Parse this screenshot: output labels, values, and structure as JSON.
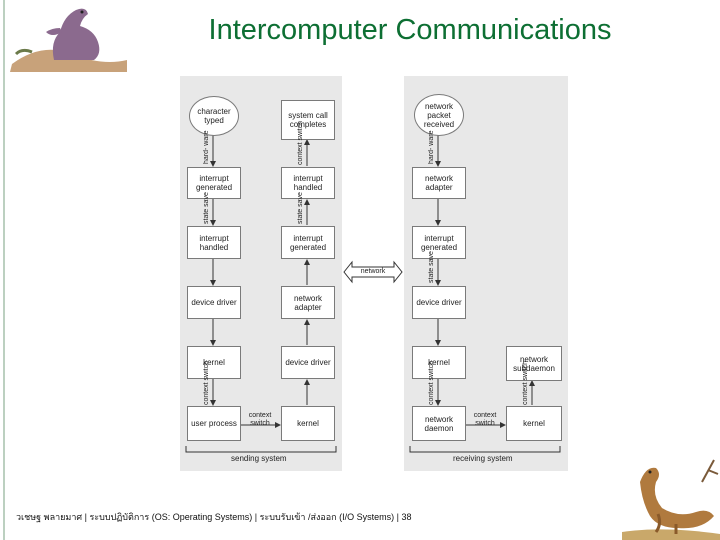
{
  "slide": {
    "title": "Intercomputer Communications"
  },
  "diagram": {
    "sending": {
      "character_typed": "character typed",
      "interrupt_generated": "interrupt generated",
      "interrupt_handled": "interrupt handled",
      "device_driver": "device driver",
      "kernel": "kernel",
      "user_process": "user process",
      "syscall_completes": "system call completes",
      "interrupt_handled_2": "interrupt handled",
      "interrupt_generated_2": "interrupt generated",
      "network_adapter": "network adapter",
      "device_driver_2": "device driver",
      "kernel_2": "kernel",
      "caption": "sending system"
    },
    "receiving": {
      "network_packet_received": "network packet received",
      "network_adapter": "network adapter",
      "interrupt_generated": "interrupt generated",
      "device_driver": "device driver",
      "kernel": "kernel",
      "network_daemon": "network daemon",
      "network_subdaemon": "network subdaemon",
      "kernel_2": "kernel",
      "caption": "receiving system"
    },
    "labels": {
      "hardware": "hard- ware",
      "context_switch": "context switch",
      "state_save": "state save",
      "network": "network"
    }
  },
  "footer": {
    "text": "วเชษฐ     พลายมาศ | ระบบปฏิบัติการ     (OS: Operating Systems) | ระบบรับเข้า  /ส่งออก   (I/O Systems) | 38"
  }
}
